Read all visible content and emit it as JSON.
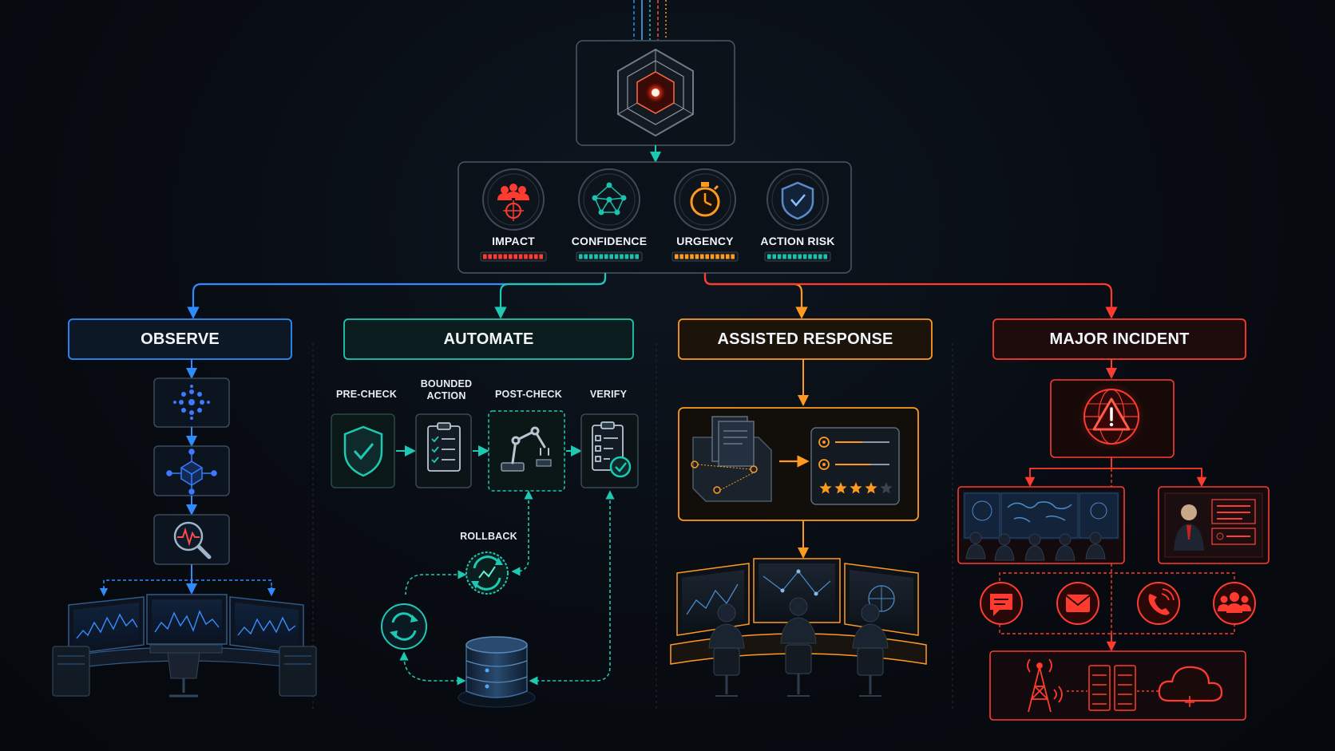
{
  "scores": [
    {
      "label": "IMPACT",
      "color": "#ff3b30",
      "level": 1.0
    },
    {
      "label": "CONFIDENCE",
      "color": "#19c3b0",
      "level": 1.0
    },
    {
      "label": "URGENCY",
      "color": "#ff9a1f",
      "level": 1.0
    },
    {
      "label": "ACTION RISK",
      "color": "#19c3b0",
      "level": 1.0
    }
  ],
  "lanes": {
    "observe": {
      "title": "OBSERVE",
      "color": "#2f8cff"
    },
    "automate": {
      "title": "AUTOMATE",
      "color": "#1ec9b4"
    },
    "assisted": {
      "title": "ASSISTED RESPONSE",
      "color": "#ff9a1f"
    },
    "major": {
      "title": "MAJOR INCIDENT",
      "color": "#ff3b30"
    }
  },
  "automate_steps": {
    "precheck": "PRE-CHECK",
    "bounded_action_line1": "BOUNDED",
    "bounded_action_line2": "ACTION",
    "postcheck": "POST-CHECK",
    "verify": "VERIFY",
    "rollback": "ROLLBACK"
  },
  "assisted_rating": {
    "stars": 4,
    "max": 5
  },
  "icons": [
    "core-hexagon-icon",
    "impact-people-target-icon",
    "confidence-network-icon",
    "urgency-stopwatch-icon",
    "action-risk-shield-icon",
    "cluster-dots-icon",
    "cube-network-icon",
    "magnifier-pulse-icon",
    "monitoring-workstation",
    "shield-check-icon",
    "checklist-icon",
    "robot-arm-icon",
    "checklist-verify-icon",
    "rollback-cycle-icon",
    "refresh-icon",
    "database-icon",
    "document-box-icon",
    "ranked-list-icon",
    "operators-console",
    "warning-globe-icon",
    "war-room-screen",
    "executive-briefing-screen",
    "chat-icon",
    "email-icon",
    "phone-icon",
    "team-icon",
    "radio-tower-icon",
    "server-rack-icon",
    "cloud-icon"
  ]
}
